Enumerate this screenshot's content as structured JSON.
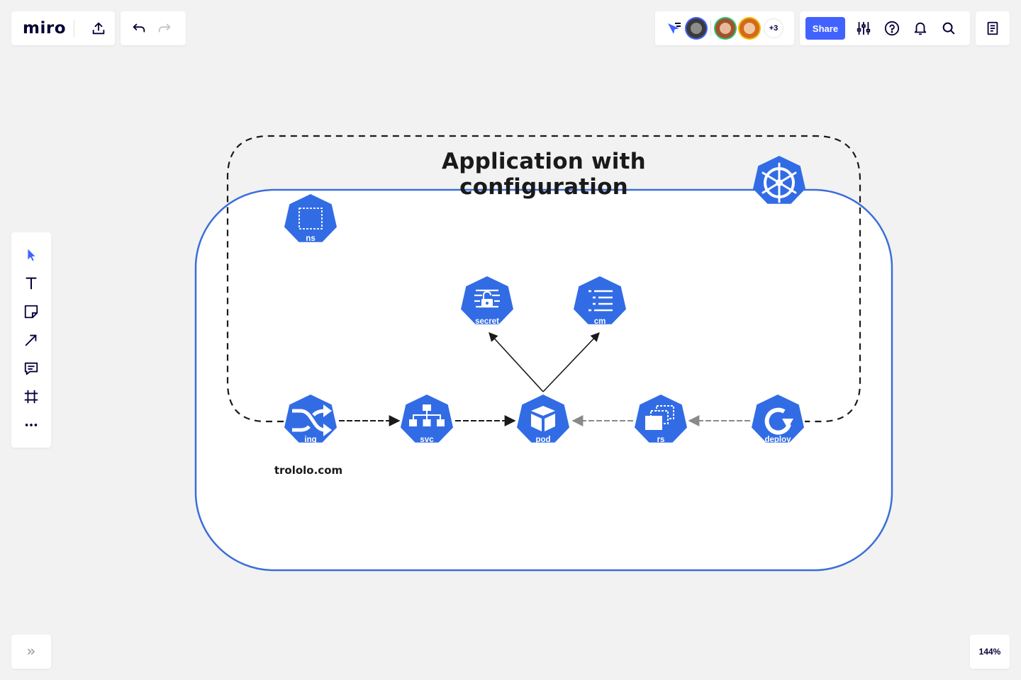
{
  "app": {
    "logo": "miro",
    "zoom": "144%"
  },
  "header": {
    "share_label": "Share",
    "avatars": [
      {
        "name": "user-1",
        "ring": "#4262ff",
        "bg": "#3a3a3a"
      },
      {
        "name": "user-2",
        "ring": "#2fbf71",
        "bg": "#a0522d"
      },
      {
        "name": "user-3",
        "ring": "#f5b700",
        "bg": "#d2691e"
      }
    ],
    "more_count": "+3"
  },
  "diagram": {
    "title": "Application with configuration",
    "domain_label": "trololo.com",
    "nodes": {
      "ns": "ns",
      "secret": "secret",
      "cm": "cm",
      "ing": "ing",
      "svc": "svc",
      "pod": "pod",
      "rs": "rs",
      "deploy": "deploy"
    }
  },
  "colors": {
    "accent": "#4262ff",
    "k8s_blue": "#326ce5",
    "canvas": "#f2f2f2"
  }
}
